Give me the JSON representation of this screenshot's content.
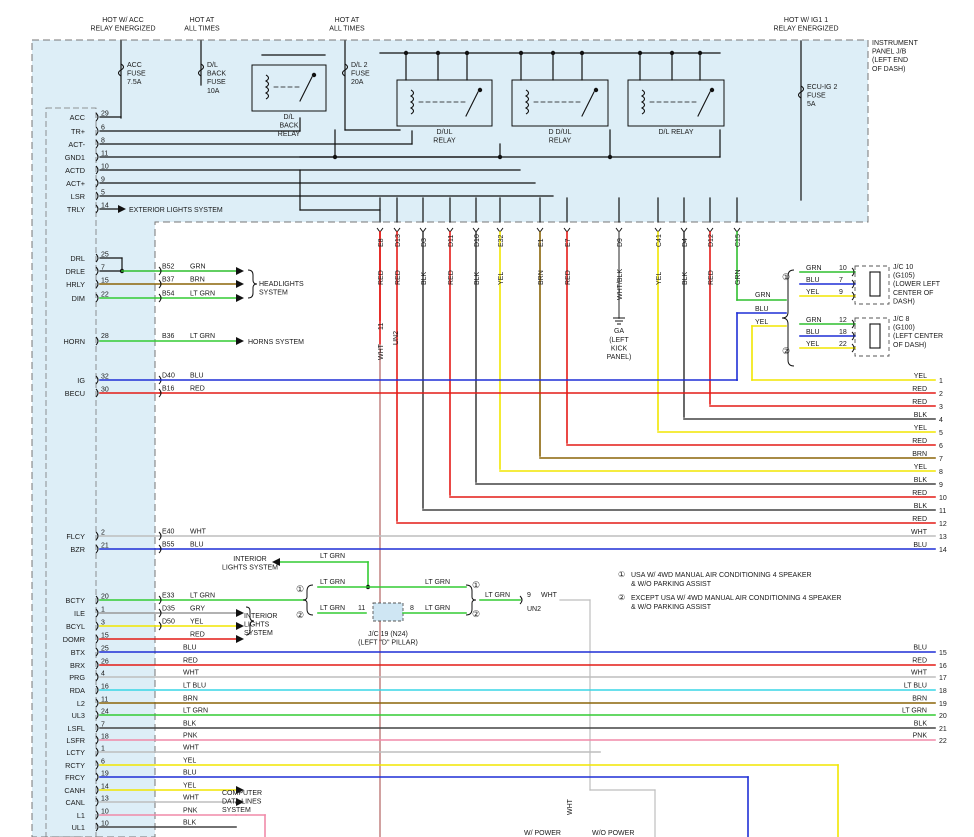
{
  "title": "Wiring diagram – instrument panel J/B (left end of dash)",
  "top_labels": [
    {
      "id": "acc",
      "lines": [
        "HOT W/ ACC",
        "RELAY ENERGIZED"
      ]
    },
    {
      "id": "hot1",
      "lines": [
        "HOT AT",
        "ALL TIMES"
      ]
    },
    {
      "id": "hot2",
      "lines": [
        "HOT AT",
        "ALL TIMES"
      ]
    },
    {
      "id": "ig1",
      "lines": [
        "HOT W/ IG1 1",
        "RELAY ENERGIZED"
      ]
    }
  ],
  "panel_label": [
    "INSTRUMENT",
    "PANEL J/B",
    "(LEFT END",
    "OF DASH)"
  ],
  "fuses": [
    {
      "id": "acc",
      "lines": [
        "ACC",
        "FUSE",
        "7.5A"
      ]
    },
    {
      "id": "dlback",
      "lines": [
        "D/L",
        "BACK",
        "FUSE",
        "10A"
      ]
    },
    {
      "id": "dl2",
      "lines": [
        "D/L 2",
        "FUSE",
        "20A"
      ]
    },
    {
      "id": "ecu",
      "lines": [
        "ECU-IG 2",
        "FUSE",
        "5A"
      ]
    }
  ],
  "relays": [
    {
      "id": "dlback",
      "lines": [
        "D/L",
        "BACK",
        "RELAY"
      ]
    },
    {
      "id": "dul",
      "lines": [
        "D/UL",
        "RELAY"
      ]
    },
    {
      "id": "ddul",
      "lines": [
        "D D/UL",
        "RELAY"
      ]
    },
    {
      "id": "dl",
      "lines": [
        "D/L RELAY"
      ]
    }
  ],
  "left_pins_top": [
    {
      "name": "ACC",
      "num": "29"
    },
    {
      "name": "TR+",
      "num": "6"
    },
    {
      "name": "ACT-",
      "num": "8"
    },
    {
      "name": "GND1",
      "num": "11"
    },
    {
      "name": "ACTD",
      "num": "10"
    },
    {
      "name": "ACT+",
      "num": "9"
    },
    {
      "name": "LSR",
      "num": "5"
    },
    {
      "name": "TRLY",
      "num": "14"
    }
  ],
  "trly_label": "EXTERIOR LIGHTS SYSTEM",
  "vertical_connectors": [
    {
      "code": "E8",
      "color": "RED"
    },
    {
      "code": "D13",
      "color": "RED"
    },
    {
      "code": "D3",
      "color": "BLK"
    },
    {
      "code": "D11",
      "color": "RED"
    },
    {
      "code": "D10",
      "color": "BLK"
    },
    {
      "code": "E32",
      "color": "YEL"
    },
    {
      "code": "E1",
      "color": "BRN"
    },
    {
      "code": "E7",
      "color": "RED"
    },
    {
      "code": "D9",
      "color": "WHT/BLK"
    },
    {
      "code": "C41",
      "color": "YEL"
    },
    {
      "code": "D4",
      "color": "BLK"
    },
    {
      "code": "D12",
      "color": "RED"
    },
    {
      "code": "C15",
      "color": "GRN"
    }
  ],
  "e8_extra": {
    "pin": "11",
    "color": "WHT",
    "code": "UN2"
  },
  "ground": {
    "code": "GA",
    "lines": [
      "(LEFT",
      "KICK",
      "PANEL)"
    ]
  },
  "jc10": {
    "title": [
      "J/C 10",
      "(G105)",
      "(LOWER LEFT",
      "CENTER OF",
      "DASH)"
    ],
    "wires": [
      {
        "c": "GRN",
        "n": "10"
      },
      {
        "c": "BLU",
        "n": "7"
      },
      {
        "c": "YEL",
        "n": "9"
      }
    ]
  },
  "jc8": {
    "title": [
      "J/C 8",
      "(G100)",
      "(LEFT CENTER",
      "OF DASH)"
    ],
    "wires": [
      {
        "c": "GRN",
        "n": "12"
      },
      {
        "c": "BLU",
        "n": "18"
      },
      {
        "c": "YEL",
        "n": "22"
      }
    ]
  },
  "jc_side_labels": {
    "grn": "GRN",
    "blu": "BLU",
    "yel": "YEL",
    "c1": "①",
    "c2": "②"
  },
  "right_wires_a": [
    {
      "num": "1",
      "c": "YEL"
    },
    {
      "num": "2",
      "c": "RED"
    },
    {
      "num": "3",
      "c": "RED"
    },
    {
      "num": "4",
      "c": "BLK"
    },
    {
      "num": "5",
      "c": "YEL"
    },
    {
      "num": "6",
      "c": "RED"
    },
    {
      "num": "7",
      "c": "BRN"
    },
    {
      "num": "8",
      "c": "YEL"
    },
    {
      "num": "9",
      "c": "BLK"
    },
    {
      "num": "10",
      "c": "RED"
    },
    {
      "num": "11",
      "c": "BLK"
    },
    {
      "num": "12",
      "c": "RED"
    },
    {
      "num": "13",
      "c": "WHT"
    },
    {
      "num": "14",
      "c": "BLU"
    }
  ],
  "headlights": {
    "pins": [
      {
        "name": "DRL",
        "num": "25"
      },
      {
        "name": "DRLE",
        "num": "7"
      },
      {
        "name": "HRLY",
        "num": "15"
      },
      {
        "name": "DIM",
        "num": "22"
      }
    ],
    "conns": [
      {
        "code": "B52",
        "c": "GRN"
      },
      {
        "code": "B37",
        "c": "BRN"
      },
      {
        "code": "B54",
        "c": "LT GRN"
      }
    ],
    "label": [
      "HEADLIGHTS",
      "SYSTEM"
    ]
  },
  "horn": {
    "name": "HORN",
    "num": "28",
    "code": "B36",
    "c": "LT GRN",
    "label": "HORNS SYSTEM"
  },
  "ig_becu": [
    {
      "name": "IG",
      "num": "32",
      "code": "D40",
      "c": "BLU"
    },
    {
      "name": "BECU",
      "num": "30",
      "code": "B16",
      "c": "RED"
    }
  ],
  "flcy_bzr": [
    {
      "name": "FLCY",
      "num": "2",
      "code": "E40",
      "c": "WHT"
    },
    {
      "name": "BZR",
      "num": "21",
      "code": "B55",
      "c": "BLU"
    }
  ],
  "interior_top": {
    "label": [
      "INTERIOR",
      "LIGHTS SYSTEM"
    ],
    "c": "LT GRN"
  },
  "bcty_group": [
    {
      "name": "BCTY",
      "num": "20",
      "code": "E33",
      "c": "LT GRN"
    },
    {
      "name": "ILE",
      "num": "1",
      "code": "D35",
      "c": "GRY"
    },
    {
      "name": "BCYL",
      "num": "3",
      "code": "D50",
      "c": "YEL"
    },
    {
      "name": "DOMR",
      "num": "15",
      "code": "",
      "c": "RED"
    }
  ],
  "interior_right_label": [
    "INTERIOR",
    "LIGHTS",
    "SYSTEM"
  ],
  "jc19": {
    "label": [
      "J/C 19 (N24)",
      "(LEFT \"D\" PILLAR)"
    ],
    "pin1": "11",
    "pin2": "8",
    "c": "LT GRN",
    "out_pin": "9",
    "out_c": "WHT",
    "out_code": "UN2"
  },
  "notes": [
    {
      "mark": "①",
      "lines": [
        "USA W/ 4WD MANUAL AIR CONDITIONING 4 SPEAKER",
        "& W/O PARKING ASSIST"
      ]
    },
    {
      "mark": "②",
      "lines": [
        "EXCEPT USA W/ 4WD MANUAL AIR CONDITIONING 4 SPEAKER",
        "& W/O PARKING ASSIST"
      ]
    }
  ],
  "bottom_pins": [
    {
      "name": "BTX",
      "num": "25",
      "c": "BLU",
      "rnum": "15"
    },
    {
      "name": "BRX",
      "num": "26",
      "c": "RED",
      "rnum": "16"
    },
    {
      "name": "PRG",
      "num": "4",
      "c": "WHT",
      "rnum": "17"
    },
    {
      "name": "RDA",
      "num": "16",
      "c": "LT BLU",
      "rnum": "18"
    },
    {
      "name": "L2",
      "num": "11",
      "c": "BRN",
      "rnum": "19"
    },
    {
      "name": "UL3",
      "num": "24",
      "c": "LT GRN",
      "rnum": "20"
    },
    {
      "name": "LSFL",
      "num": "7",
      "c": "BLK",
      "rnum": "21"
    },
    {
      "name": "LSFR",
      "num": "18",
      "c": "PNK",
      "rnum": "22"
    },
    {
      "name": "LCTY",
      "num": "1",
      "c": "WHT",
      "rnum": ""
    },
    {
      "name": "RCTY",
      "num": "6",
      "c": "YEL",
      "rnum": ""
    },
    {
      "name": "FRCY",
      "num": "19",
      "c": "BLU",
      "rnum": ""
    },
    {
      "name": "CANH",
      "num": "14",
      "c": "YEL",
      "rnum": ""
    },
    {
      "name": "CANL",
      "num": "13",
      "c": "WHT",
      "rnum": ""
    },
    {
      "name": "L1",
      "num": "10",
      "c": "PNK",
      "rnum": ""
    },
    {
      "name": "UL1",
      "num": "10",
      "c": "BLK",
      "rnum": ""
    }
  ],
  "can_label": [
    "COMPUTER",
    "DATA LINES",
    "SYSTEM"
  ],
  "bottom_right_labels": [
    "W/ POWER",
    "W/O POWER"
  ],
  "bottom_vert": "WHT",
  "colors": {
    "RED": "#e41b17",
    "BLK": "#444444",
    "YEL": "#f2e600",
    "BRN": "#8b6508",
    "GRN": "#2fbf2f",
    "LT GRN": "#33cc33",
    "BLU": "#1f2fd6",
    "WHT": "#bdbdbd",
    "WHT/BLK": "#777777",
    "LT BLU": "#38d6e6",
    "PNK": "#f08aa8",
    "GRY": "#999999"
  }
}
